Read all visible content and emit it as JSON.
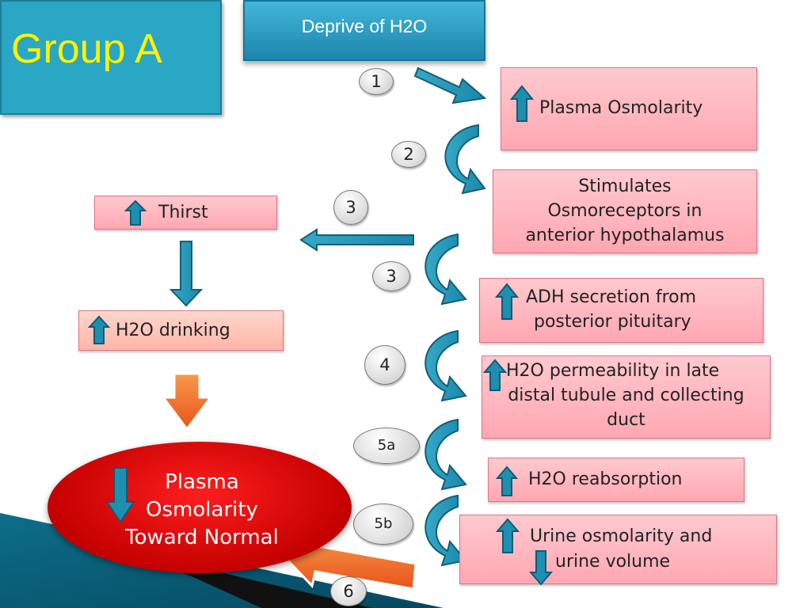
{
  "group_label": "Group A",
  "header": "Deprive of H2O",
  "steps": {
    "s1": "1",
    "s2": "2",
    "s3a": "3",
    "s3b": "3",
    "s4": "4",
    "s5a": "5a",
    "s5b": "5b",
    "s6": "6"
  },
  "boxes": {
    "plasma_osmolarity": "Plasma Osmolarity",
    "osmoreceptors": [
      "Stimulates",
      "Osmoreceptors in",
      "anterior hypothalamus"
    ],
    "adh": [
      "ADH secretion from",
      "posterior pituitary"
    ],
    "permeability": [
      "H2O permeability in late",
      "distal tubule and collecting",
      "duct"
    ],
    "reabsorption": "H2O reabsorption",
    "urine": [
      "Urine osmolarity and",
      "urine volume"
    ],
    "thirst": "Thirst",
    "drinking": "H2O drinking"
  },
  "result": [
    "Plasma",
    "Osmolarity",
    "Toward Normal"
  ],
  "colors": {
    "teal": "#2aa7c4",
    "yellow_title": "#fff200",
    "pink_box": "#ffb4bd",
    "red_oval": "#e00000",
    "orange_arrow": "#f26522"
  }
}
